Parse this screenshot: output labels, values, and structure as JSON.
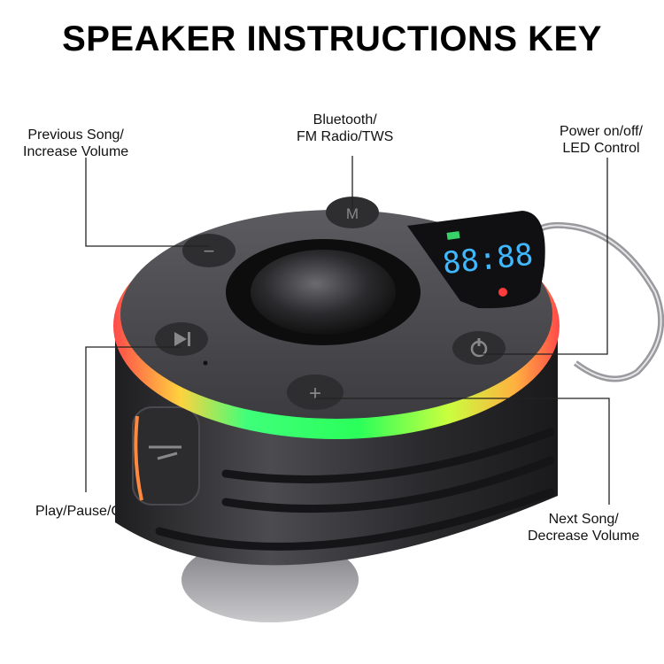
{
  "title": "SPEAKER INSTRUCTIONS KEY",
  "labels": {
    "prev": [
      "Previous Song/",
      "Increase Volume"
    ],
    "bluetooth": [
      "Bluetooth/",
      "FM Radio/TWS"
    ],
    "power": [
      "Power on/off/",
      "LED Control"
    ],
    "play": [
      "Play/Pause/Call"
    ],
    "next": [
      "Next Song/",
      "Decrease Volume"
    ]
  },
  "buttons": {
    "minus_glyph": "−",
    "mode_glyph": "M",
    "plus_glyph": "+"
  },
  "display": {
    "digits": "88:88"
  },
  "colors": {
    "body": "#3a3a3c",
    "top": "#505054",
    "button": "#2e2e30",
    "display_digits": "#3fb8ff",
    "display_green": "#37d36a",
    "led_red": "#ff3b3b"
  }
}
